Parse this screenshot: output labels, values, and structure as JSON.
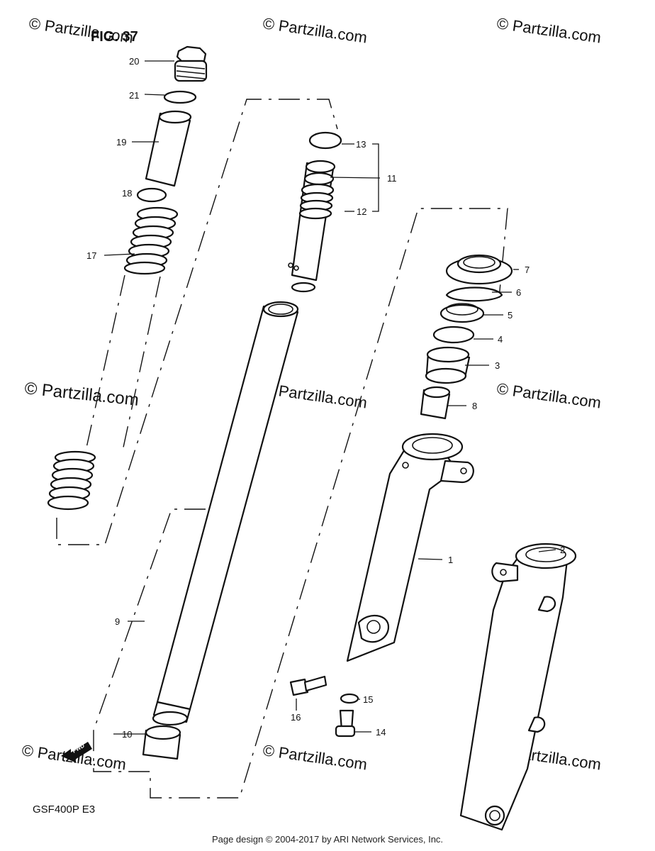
{
  "figure_label": "FIG. 37",
  "model_label": "GSF400P  E3",
  "fwd_label": "FWD",
  "footer_text": "Page design © 2004-2017 by ARI Network Services, Inc.",
  "watermark_text": "© Partzilla.com",
  "callouts": {
    "p1": "1",
    "p2": "2",
    "p3": "3",
    "p4": "4",
    "p5": "5",
    "p6": "6",
    "p7": "7",
    "p8": "8",
    "p9": "9",
    "p10": "10",
    "p11": "11",
    "p12": "12",
    "p13": "13",
    "p14": "14",
    "p15": "15",
    "p16": "16",
    "p17": "17",
    "p18": "18",
    "p19": "19",
    "p20": "20",
    "p21": "21"
  }
}
